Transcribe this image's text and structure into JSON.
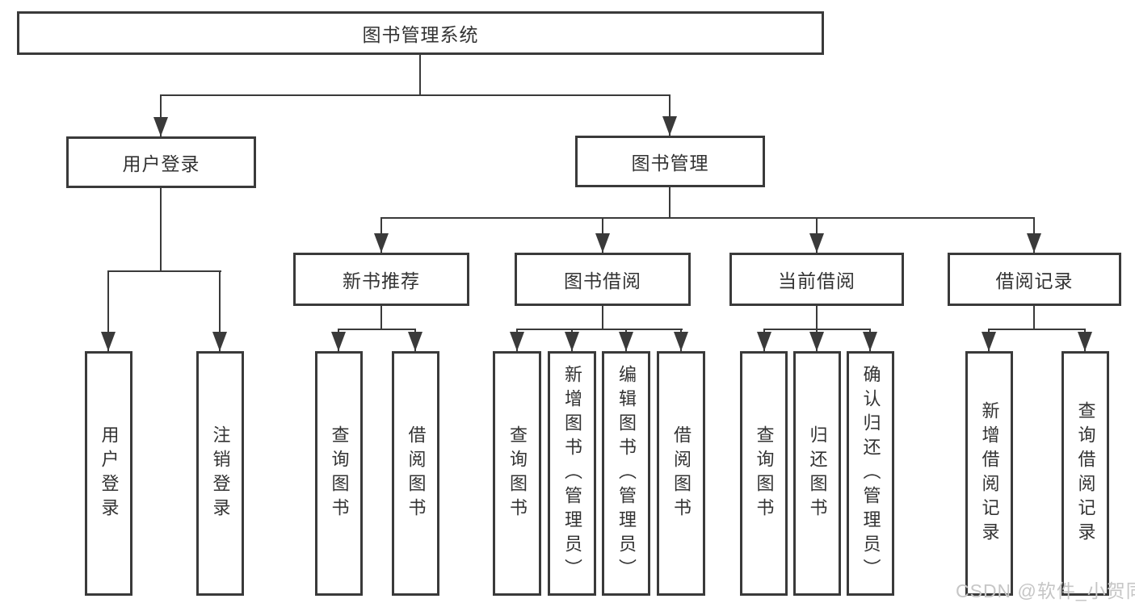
{
  "diagram": {
    "root": {
      "label": "图书管理系统"
    },
    "branches": [
      {
        "label": "用户登录",
        "children": [
          {
            "label": "用户登录"
          },
          {
            "label": "注销登录"
          }
        ]
      },
      {
        "label": "图书管理",
        "children": [
          {
            "label": "新书推荐",
            "children": [
              {
                "label": "查询图书"
              },
              {
                "label": "借阅图书"
              }
            ]
          },
          {
            "label": "图书借阅",
            "children": [
              {
                "label": "查询图书"
              },
              {
                "label": "新增图书（管理员）"
              },
              {
                "label": "编辑图书（管理员）"
              },
              {
                "label": "借阅图书"
              }
            ]
          },
          {
            "label": "当前借阅",
            "children": [
              {
                "label": "查询图书"
              },
              {
                "label": "归还图书"
              },
              {
                "label": "确认归还（管理员）"
              }
            ]
          },
          {
            "label": "借阅记录",
            "children": [
              {
                "label": "新增借阅记录"
              },
              {
                "label": "查询借阅记录"
              }
            ]
          }
        ]
      }
    ]
  },
  "watermark": {
    "text": "CSDN @软件_小贺同学"
  },
  "colors": {
    "line": "#3a3a3a",
    "text": "#333333",
    "background": "#ffffff",
    "watermark": "#c6c6c6"
  }
}
